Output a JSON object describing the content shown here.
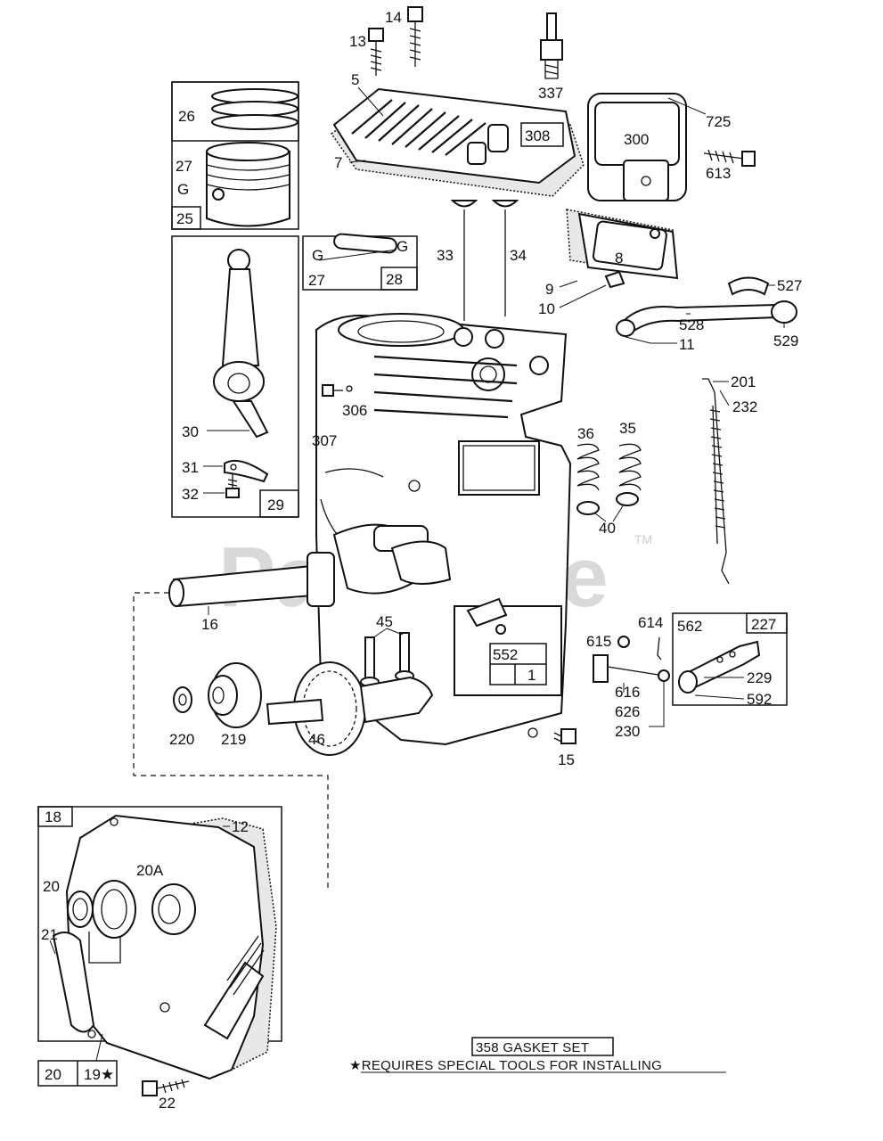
{
  "watermark": {
    "text": "PartsTree",
    "tm": "TM"
  },
  "labels": {
    "p5": "5",
    "p7": "7",
    "p13": "13",
    "p14": "14",
    "p308": "308",
    "p337": "337",
    "p725": "725",
    "p300": "300",
    "p613": "613",
    "p26": "26",
    "p27": "27",
    "pG": "G",
    "p25": "25",
    "p27b": "27",
    "p28": "28",
    "pG2": "G",
    "pG3": "G",
    "p33": "33",
    "p34": "34",
    "p8": "8",
    "p9": "9",
    "p10": "10",
    "p11": "11",
    "p527": "527",
    "p528": "528",
    "p529": "529",
    "p30": "30",
    "p31": "31",
    "p32": "32",
    "p29": "29",
    "p306": "306",
    "p307": "307",
    "p201": "201",
    "p232": "232",
    "p36": "36",
    "p35": "35",
    "p40": "40",
    "p16": "16",
    "p45": "45",
    "p552": "552",
    "p1": "1",
    "p614": "614",
    "p615": "615",
    "p616": "616",
    "p626": "626",
    "p230": "230",
    "p562": "562",
    "p227": "227",
    "p229": "229",
    "p592": "592",
    "p220": "220",
    "p219": "219",
    "p46": "46",
    "p15": "15",
    "p18": "18",
    "p12": "12",
    "p20": "20",
    "p20A": "20A",
    "p21": "21",
    "p20b": "20",
    "p19": "19★",
    "p22": "22"
  },
  "notes": {
    "gasket_set": "358 GASKET SET",
    "special_tools": "★REQUIRES SPECIAL TOOLS FOR INSTALLING"
  }
}
